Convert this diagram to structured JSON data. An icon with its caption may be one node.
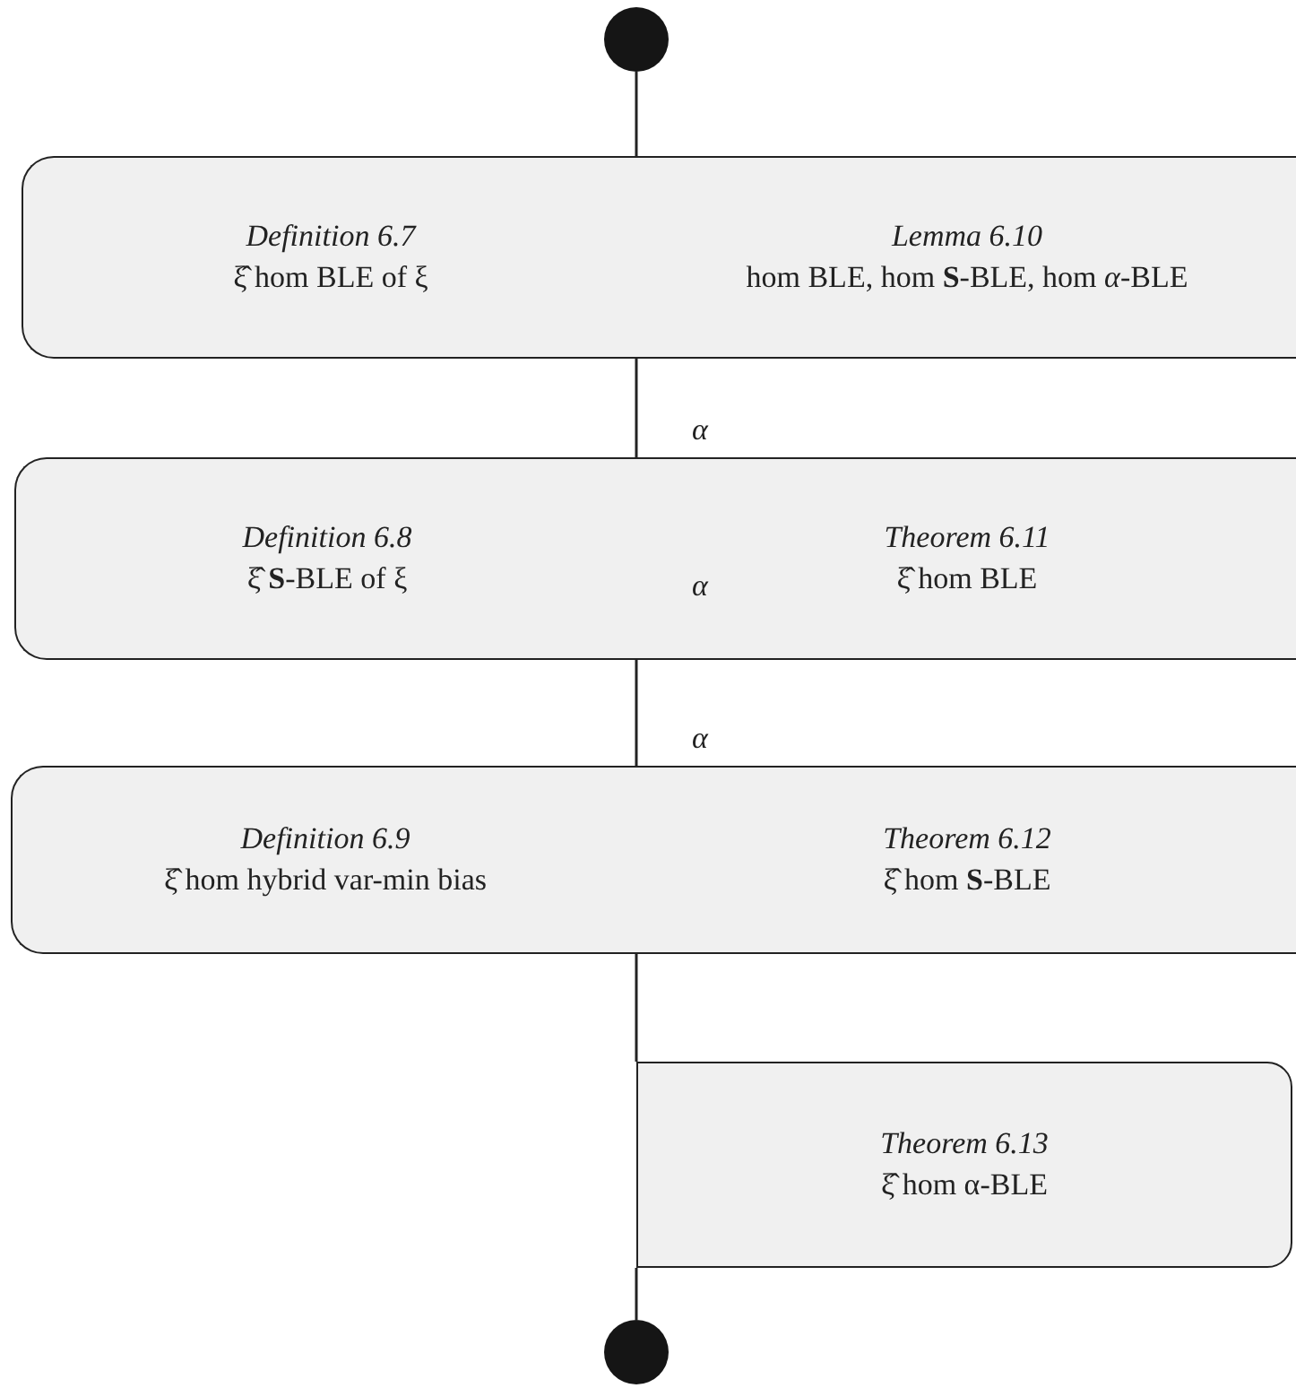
{
  "diagram": {
    "nodes": [
      {
        "text": [],
        "shape": "circle"
      },
      {
        "text": [
          "Definition 6.7",
          "ξ̂ hom BLE of  ξ",
          "Lemma 6.10",
          "hom BLE, hom **S**-BLE, hom *α*-BLE"
        ]
      },
      {
        "text": [
          "Definition 6.8",
          "ξ̂ **S**-BLE of  ξ",
          "Theorem 6.11",
          "ξ̂ hom BLE"
        ]
      },
      {
        "text": [
          "Definition 6.9",
          "ξ̂ hom hybrid var-min bias",
          "Theorem 6.12",
          "ξ̂ hom **S**-BLE"
        ]
      },
      {
        "text": [
          "Theorem 6.13",
          "ξ̂ hom α-BLE"
        ]
      },
      {
        "text": [],
        "shape": "circle"
      }
    ],
    "edges": [
      {
        "from": 0,
        "to": 1,
        "arrow": "none"
      },
      {
        "from": 1,
        "to": 2,
        "arrow": "none",
        "label": "α"
      },
      {
        "from": 2,
        "to": 3,
        "arrow": "none",
        "label": "α"
      },
      {
        "from": 3,
        "to": 4,
        "arrow": "none"
      },
      {
        "from": 4,
        "to": 5,
        "arrow": "none"
      }
    ],
    "labels": [
      "α"
    ]
  }
}
